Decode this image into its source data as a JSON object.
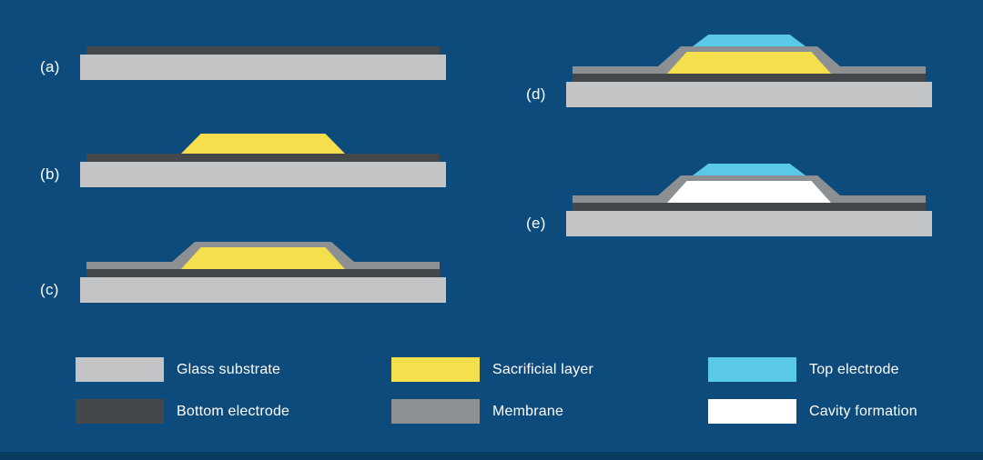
{
  "figure": {
    "steps": [
      {
        "label": "(a)"
      },
      {
        "label": "(b)"
      },
      {
        "label": "(c)"
      },
      {
        "label": "(d)"
      },
      {
        "label": "(e)"
      }
    ],
    "legend": {
      "items": [
        {
          "label": "Glass substrate",
          "color_key": "substrate"
        },
        {
          "label": "Sacrificial layer",
          "color_key": "sacrificial"
        },
        {
          "label": "Top electrode",
          "color_key": "top-electrode"
        },
        {
          "label": "Bottom electrode",
          "color_key": "electrode"
        },
        {
          "label": "Membrane",
          "color_key": "membrane"
        },
        {
          "label": "Cavity formation",
          "color_key": "cavity"
        }
      ]
    },
    "colors": {
      "background": "#0d4b7d",
      "footer-bar": "#093a60",
      "substrate": "#c3c4c6",
      "electrode": "#45484a",
      "sacrificial": "#f6df4c",
      "membrane": "#8d9093",
      "top-electrode": "#5ac9e9",
      "cavity": "#ffffff",
      "text": "#ffffff"
    }
  }
}
